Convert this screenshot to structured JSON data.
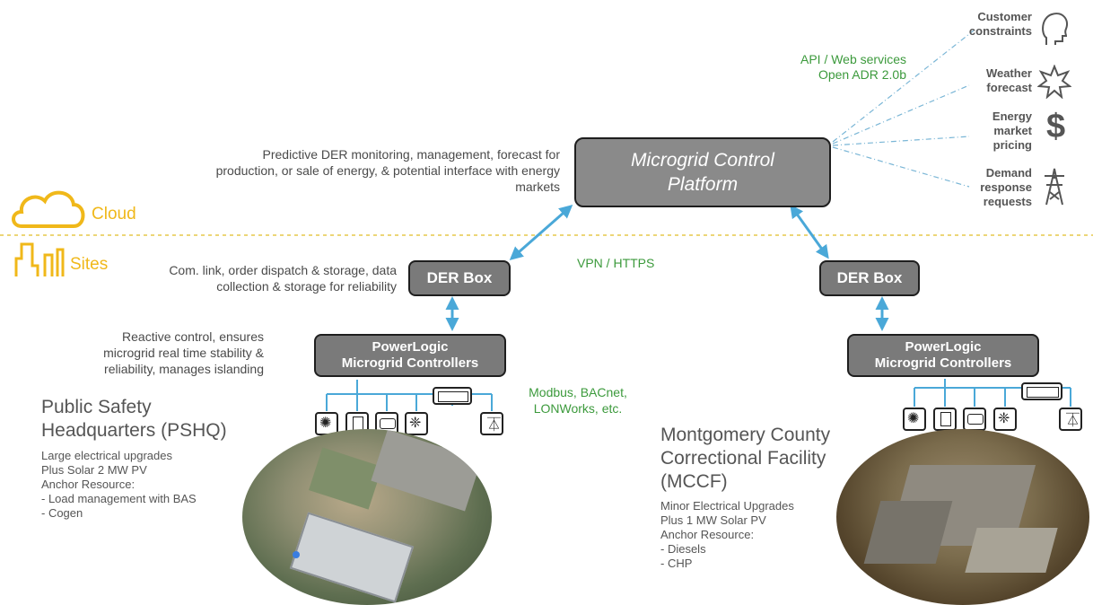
{
  "zones": {
    "cloud": "Cloud",
    "sites": "Sites"
  },
  "platform": {
    "title": "Microgrid Control Platform"
  },
  "platform_description": "Predictive DER monitoring, management, forecast for production, or sale of energy, & potential interface with energy markets",
  "api_label": {
    "line1": "API / Web services",
    "line2": "Open ADR 2.0b"
  },
  "external_inputs": [
    {
      "label": "Customer constraints",
      "icon": "head-silhouette-icon"
    },
    {
      "label": "Weather forecast",
      "icon": "sun-burst-icon"
    },
    {
      "label": "Energy market pricing",
      "icon": "dollar-icon"
    },
    {
      "label": "Demand response requests",
      "icon": "transmission-tower-icon"
    }
  ],
  "vpn_label": "VPN / HTTPS",
  "der_box_label": "DER Box",
  "der_box_description": "Com. link, order dispatch & storage, data collection & storage for reliability",
  "controllers_label": {
    "line1": "PowerLogic",
    "line2": "Microgrid Controllers"
  },
  "controllers_description": "Reactive control, ensures microgrid real time stability & reliability, manages islanding",
  "protocols": {
    "line1": "Modbus,  BACnet,",
    "line2": "LONWorks, etc."
  },
  "sites": [
    {
      "title": "Public Safety Headquarters (PSHQ)",
      "details": [
        "Large  electrical upgrades",
        "Plus Solar 2 MW PV",
        "Anchor Resource:",
        "- Load management with BAS",
        "- Cogen"
      ]
    },
    {
      "title": "Montgomery County Correctional Facility (MCCF)",
      "details": [
        "Minor Electrical Upgrades",
        "Plus 1 MW Solar PV",
        "Anchor Resource:",
        "- Diesels",
        "- CHP"
      ]
    }
  ],
  "device_icons": [
    "solar-icon",
    "door-icon",
    "generator-icon",
    "fan-icon",
    "pylon-icon",
    "battery-icon"
  ],
  "colors": {
    "link": "#4aa8d8",
    "accent_gold": "#f0b81a",
    "green_text": "#3c9a3c",
    "box_fill": "#7a7a7a"
  }
}
